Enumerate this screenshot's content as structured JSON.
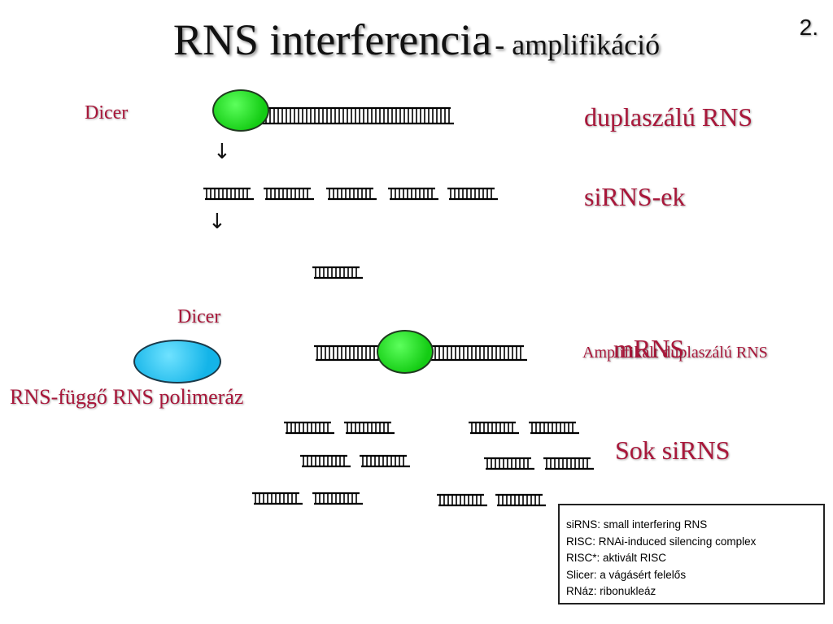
{
  "title": {
    "main": "RNS interferencia",
    "sub": "- amplifikáció"
  },
  "slide_number": "2.",
  "labels": {
    "dicer_top": "Dicer",
    "dsrna": "duplaszálú RNS",
    "sirna": "siRNS-ek",
    "dicer_mid": "Dicer",
    "rdrp": "RNS-függő RNS polimeráz",
    "mrna": "mRNS",
    "amplified": "Amplifikált duplaszálú RNS",
    "many_sirna": "Sok siRNS"
  },
  "arrows": [
    "↓",
    "↓"
  ],
  "legend": [
    "siRNS: small interfering RNS",
    "RISC: RNAi-induced silencing complex",
    "RISC*: aktivált RISC",
    "Slicer: a vágásért felelős",
    "RNáz: ribonukleáz"
  ],
  "colors": {
    "label_red": "#a8173a",
    "dicer_green": "#22dd22",
    "polymerase_blue": "#22bbee"
  }
}
